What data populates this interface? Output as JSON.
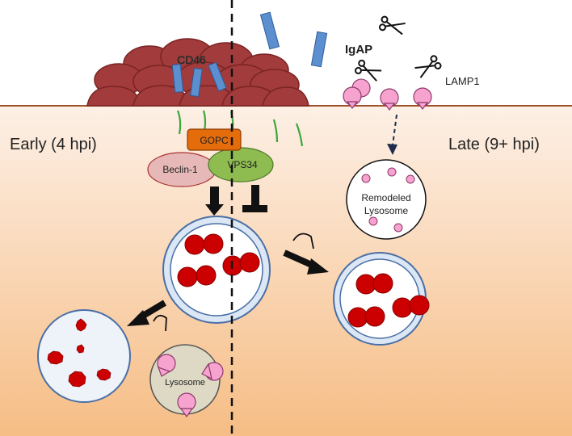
{
  "labels": {
    "cd46": "CD46",
    "igap": "IgAP",
    "lamp1": "LAMP1",
    "early": "Early (4 hpi)",
    "late": "Late (9+ hpi)",
    "gopc": "GOPC",
    "beclin1": "Beclin-1",
    "vps34": "VPS34",
    "remodeled_line1": "Remodeled",
    "remodeled_line2": "Lysosome",
    "lysosome": "Lysosome"
  },
  "colors": {
    "membrane": "#a0522d",
    "cd46_receptor": "#5b8fd0",
    "bacteria_cells": "#a23b3b",
    "gopc": "#e46c0a",
    "beclin1": "#e6b9b8",
    "vps34": "#8fbc50",
    "bacteria": "#cc0000",
    "lamp1": "#f7a3d0",
    "green_filaments": "#3aa63a"
  }
}
